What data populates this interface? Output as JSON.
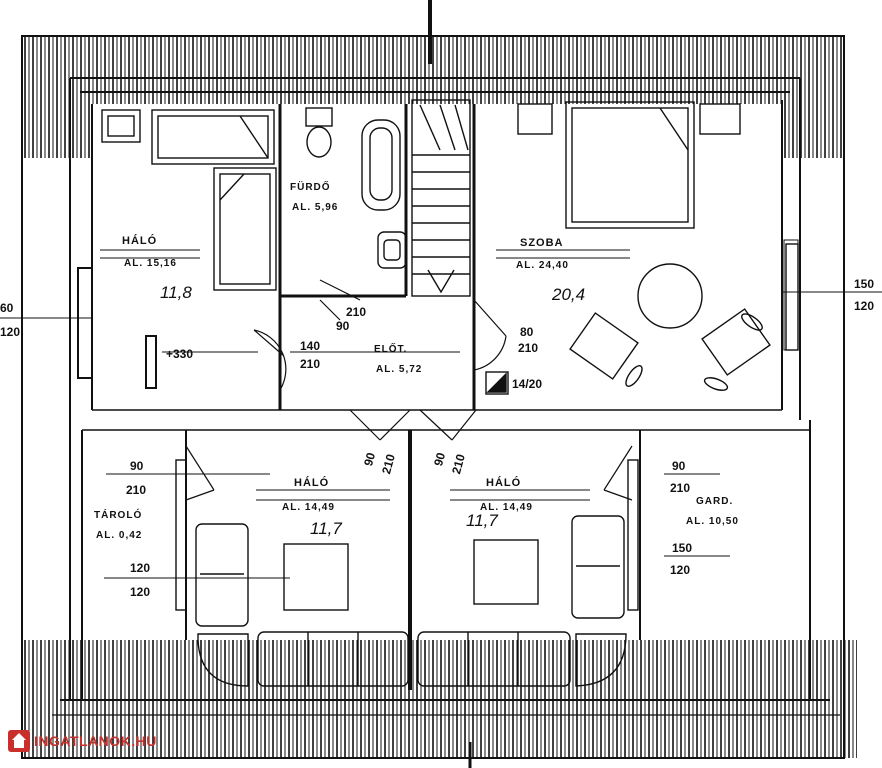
{
  "rooms": {
    "halo_left": {
      "name": "HÁLÓ",
      "area": "AL. 15,16",
      "note": "11,8"
    },
    "furdo": {
      "name": "FÜRDŐ",
      "area": "AL. 5,96"
    },
    "szoba": {
      "name": "SZOBA",
      "area": "AL. 24,40",
      "note": "20,4"
    },
    "halo_center_left": {
      "name": "HÁLÓ",
      "area": "AL. 14,49",
      "note": "11,7"
    },
    "halo_center_right": {
      "name": "HÁLÓ",
      "area": "AL. 14,49",
      "note": "11,7"
    },
    "tarlo": {
      "name": "TÁROLÓ",
      "area": "AL. 0,42"
    },
    "gard": {
      "name": "GARD.",
      "area": "AL. 10,50"
    },
    "hall": {
      "name": "ELŐT.",
      "area": "AL. 5,72"
    }
  },
  "dimensions": {
    "top_left": "90",
    "top_left_b": "210",
    "side_left": "120",
    "side_left_b": "120",
    "door_left": "140",
    "door_left_b": "210",
    "door_hall": "90",
    "door_hall_b": "210",
    "door_right": "80",
    "door_right_b": "210",
    "small": "14/20",
    "top_right": "90",
    "top_right_b": "210",
    "side_right": "150",
    "side_right_b": "120",
    "edge_left_a": "60",
    "edge_left_b": "120",
    "edge_right_a": "150",
    "edge_right_b": "120",
    "level": "+330",
    "dh1": "90",
    "dh1b": "210",
    "dh2": "90",
    "dh2b": "210"
  },
  "watermark": {
    "text": "INGATLANOK.HU"
  },
  "colors": {
    "ink": "#111111",
    "paper": "#ffffff",
    "brand": "#c9302c"
  }
}
